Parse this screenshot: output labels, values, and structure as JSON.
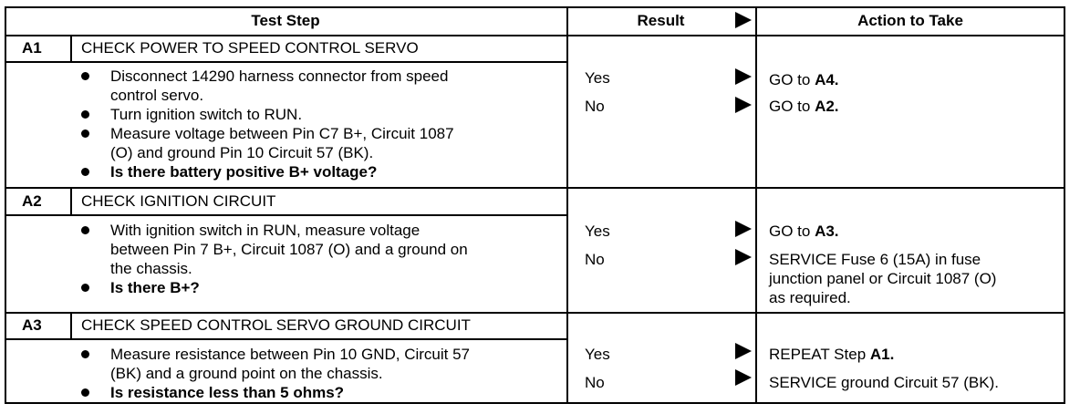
{
  "header": {
    "test_step": "Test Step",
    "result": "Result",
    "action": "Action to Take"
  },
  "steps": [
    {
      "code": "A1",
      "title": "CHECK POWER TO SPEED CONTROL SERVO",
      "bullets": [
        [
          "Disconnect 14290 harness connector from speed",
          "control servo."
        ],
        [
          "Turn ignition switch to RUN."
        ],
        [
          "Measure voltage between Pin C7 B+, Circuit 1087",
          "(O) and ground Pin 10 Circuit 57 (BK)."
        ],
        [
          "Is there battery positive B+ voltage?"
        ]
      ],
      "results": [
        "Yes",
        "No"
      ],
      "actions": [
        {
          "prefix": "GO to ",
          "bold": "A4."
        },
        {
          "prefix": "GO to ",
          "bold": "A2."
        }
      ]
    },
    {
      "code": "A2",
      "title": "CHECK IGNITION CIRCUIT",
      "bullets": [
        [
          "With ignition switch in RUN, measure voltage",
          "between Pin 7 B+, Circuit 1087 (O) and a ground on",
          "the chassis."
        ],
        [
          "Is there B+?"
        ]
      ],
      "results": [
        "Yes",
        "No"
      ],
      "actions": [
        {
          "prefix": "GO to ",
          "bold": "A3."
        },
        {
          "lines": [
            "SERVICE Fuse 6 (15A) in fuse",
            "junction panel or Circuit 1087 (O)",
            "as required."
          ]
        }
      ]
    },
    {
      "code": "A3",
      "title": "CHECK SPEED CONTROL SERVO GROUND CIRCUIT",
      "bullets": [
        [
          "Measure resistance between Pin 10 GND, Circuit 57",
          "(BK) and a ground point on the chassis."
        ],
        [
          "Is resistance less than 5 ohms?"
        ]
      ],
      "results": [
        "Yes",
        "No"
      ],
      "actions": [
        {
          "prefix": "REPEAT Step ",
          "bold": "A1."
        },
        {
          "lines": [
            "SERVICE ground Circuit 57 (BK)."
          ]
        }
      ]
    }
  ]
}
